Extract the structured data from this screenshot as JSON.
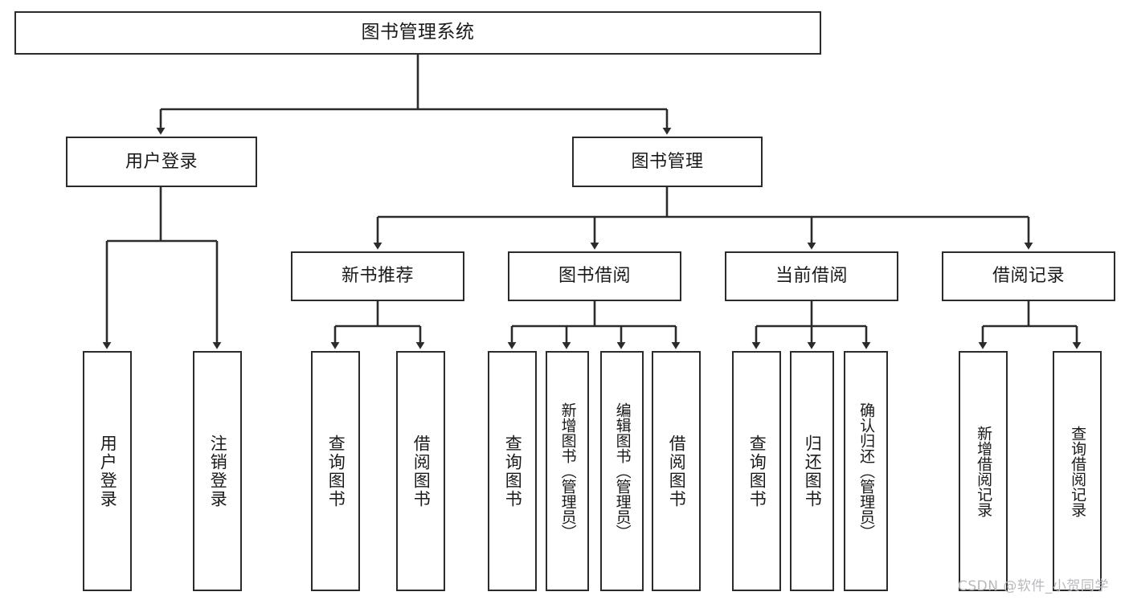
{
  "diagram": {
    "title": "图书管理系统",
    "type": "tree-hierarchy-diagram",
    "theme": {
      "background": "#ffffff",
      "box_fill": "#ffffff",
      "box_stroke": "#2b2b2b",
      "connector_stroke": "#2b2b2b",
      "text_color": "#1a1a1a",
      "watermark_color": "#b9b9bd"
    },
    "root": {
      "id": "root",
      "label": "图书管理系统"
    },
    "level2": [
      {
        "id": "user-login",
        "label": "用户登录"
      },
      {
        "id": "book-management",
        "label": "图书管理"
      }
    ],
    "level3": [
      {
        "id": "new-book-recommend",
        "label": "新书推荐",
        "parent": "book-management"
      },
      {
        "id": "book-borrow",
        "label": "图书借阅",
        "parent": "book-management"
      },
      {
        "id": "current-borrow",
        "label": "当前借阅",
        "parent": "book-management"
      },
      {
        "id": "borrow-record",
        "label": "借阅记录",
        "parent": "book-management"
      }
    ],
    "leaves": [
      {
        "id": "leaf-user-login",
        "label": "用户登录",
        "parent": "user-login"
      },
      {
        "id": "leaf-logout-login",
        "label": "注销登录",
        "parent": "user-login"
      },
      {
        "id": "leaf-query-book-1",
        "label": "查询图书",
        "parent": "new-book-recommend"
      },
      {
        "id": "leaf-borrow-book-1",
        "label": "借阅图书",
        "parent": "new-book-recommend"
      },
      {
        "id": "leaf-query-book-2",
        "label": "查询图书",
        "parent": "book-borrow"
      },
      {
        "id": "leaf-add-book-admin",
        "label": "新增图书（管理员）",
        "parent": "book-borrow"
      },
      {
        "id": "leaf-edit-book-admin",
        "label": "编辑图书（管理员）",
        "parent": "book-borrow"
      },
      {
        "id": "leaf-borrow-book-2",
        "label": "借阅图书",
        "parent": "book-borrow"
      },
      {
        "id": "leaf-query-book-3",
        "label": "查询图书",
        "parent": "current-borrow"
      },
      {
        "id": "leaf-return-book",
        "label": "归还图书",
        "parent": "current-borrow"
      },
      {
        "id": "leaf-confirm-return-admin",
        "label": "确认归还（管理员）",
        "parent": "current-borrow"
      },
      {
        "id": "leaf-add-borrow-record",
        "label": "新增借阅记录",
        "parent": "borrow-record"
      },
      {
        "id": "leaf-query-borrow-record",
        "label": "查询借阅记录",
        "parent": "borrow-record"
      }
    ],
    "watermark": "CSDN @软件_小贺同学"
  }
}
